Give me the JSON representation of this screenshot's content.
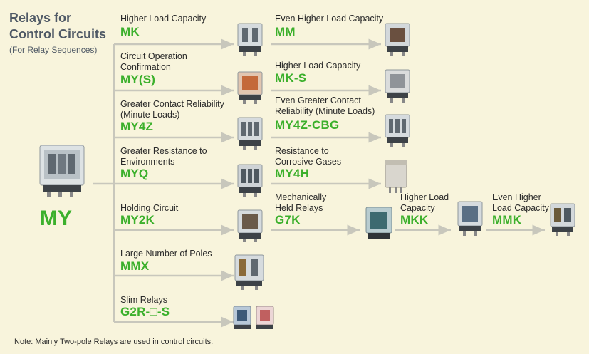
{
  "header": {
    "title_line1": "Relays for",
    "title_line2": "Control Circuits",
    "subtitle": "(For Relay Sequences)"
  },
  "root": {
    "model": "MY"
  },
  "branches": [
    {
      "desc": [
        "Higher Load Capacity"
      ],
      "model": "MK"
    },
    {
      "desc": [
        "Circuit Operation",
        "Confirmation"
      ],
      "model": "MY(S)"
    },
    {
      "desc": [
        "Greater Contact Reliability",
        "(Minute Loads)"
      ],
      "model": "MY4Z"
    },
    {
      "desc": [
        "Greater Resistance to",
        "Environments"
      ],
      "model": "MYQ"
    },
    {
      "desc": [
        "Holding Circuit"
      ],
      "model": "MY2K"
    },
    {
      "desc": [
        "Large Number of Poles"
      ],
      "model": "MMX"
    },
    {
      "desc": [
        "Slim Relays"
      ],
      "model": "G2R-□-S"
    }
  ],
  "upgrades": [
    {
      "desc": [
        "Even Higher Load Capacity"
      ],
      "model": "MM"
    },
    {
      "desc": [
        "Higher Load Capacity"
      ],
      "model": "MK-S"
    },
    {
      "desc": [
        "Even Greater Contact",
        "Reliability (Minute Loads)"
      ],
      "model": "MY4Z-CBG"
    },
    {
      "desc": [
        "Resistance to",
        "Corrosive Gases"
      ],
      "model": "MY4H"
    },
    {
      "desc": [
        "Mechanically",
        "Held Relays"
      ],
      "model": "G7K"
    },
    {
      "desc": [
        "Higher Load",
        "Capacity"
      ],
      "model": "MKK"
    },
    {
      "desc": [
        "Even Higher",
        "Load Capacity"
      ],
      "model": "MMK"
    }
  ],
  "note": "Note: Mainly Two-pole Relays are used in control circuits.",
  "colors": {
    "background": "#f8f4dc",
    "connector": "#c8c7bc",
    "model_green": "#3cb02c",
    "header_gray": "#505a66"
  }
}
